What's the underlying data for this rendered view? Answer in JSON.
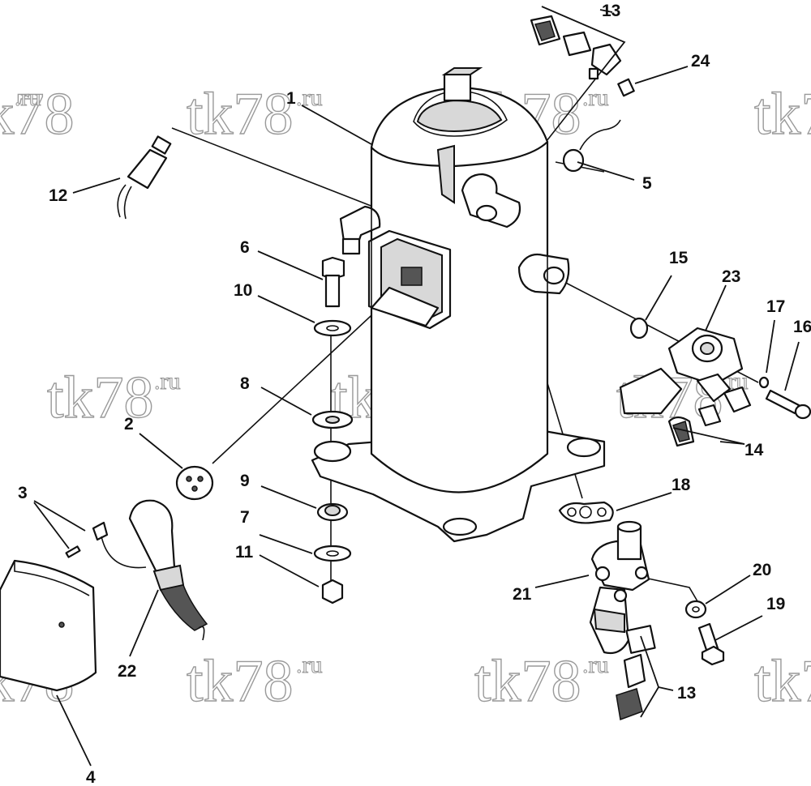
{
  "diagram": {
    "type": "exploded-parts-view",
    "subject": "scroll-compressor-assembly"
  },
  "watermark": {
    "main": "tk78",
    "suffix": ".ru"
  },
  "callouts": [
    "1",
    "2",
    "3",
    "4",
    "5",
    "6",
    "7",
    "8",
    "9",
    "10",
    "11",
    "12",
    "13",
    "13",
    "14",
    "15",
    "16",
    "17",
    "18",
    "19",
    "20",
    "21",
    "22",
    "23",
    "24"
  ],
  "colors": {
    "line": "#111111",
    "shade": "#d8d8d8",
    "watermark": "#9a9a9a",
    "background": "#ffffff"
  }
}
